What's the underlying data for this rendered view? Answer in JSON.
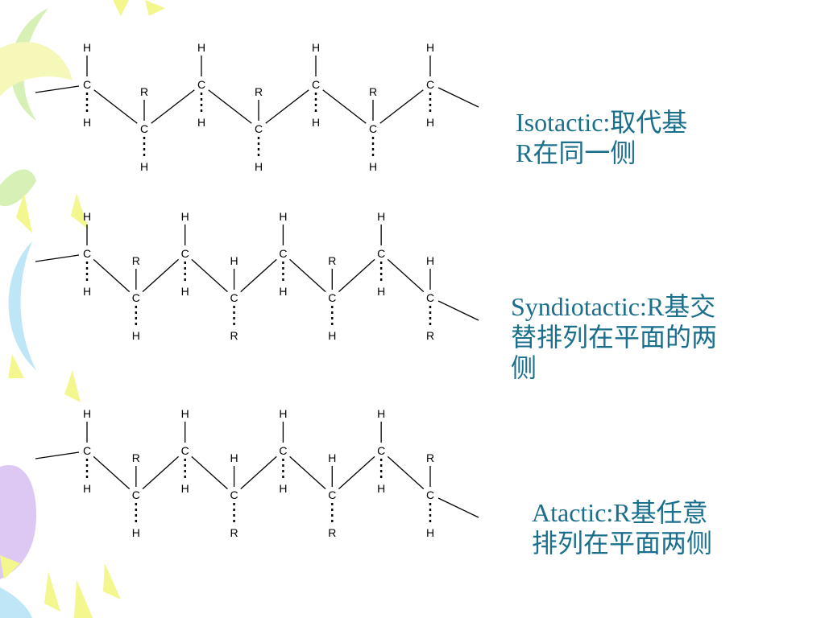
{
  "colors": {
    "caption": "#1a6f8d",
    "decor_yellow": "#f3f78d",
    "decor_purple": "#dcc8f2",
    "decor_blue": "#bfe6f7",
    "decor_green": "#d7f0b5"
  },
  "diagrams": [
    {
      "kind": "isotactic",
      "caption_lines": [
        "Isotactic:取代基",
        "R在同一侧"
      ],
      "carbons": [
        {
          "label": "C",
          "up": "H",
          "down": "H"
        },
        {
          "label": "C",
          "up": "R",
          "down": "H"
        },
        {
          "label": "C",
          "up": "H",
          "down": "H"
        },
        {
          "label": "C",
          "up": "R",
          "down": "H"
        },
        {
          "label": "C",
          "up": "H",
          "down": "H"
        },
        {
          "label": "C",
          "up": "R",
          "down": "H"
        },
        {
          "label": "C",
          "up": "H",
          "down": "H"
        }
      ]
    },
    {
      "kind": "syndiotactic",
      "caption_lines": [
        "Syndiotactic:R基交",
        "替排列在平面的两",
        "侧"
      ],
      "carbons": [
        {
          "label": "C",
          "up": "H",
          "down": "H"
        },
        {
          "label": "C",
          "up": "R",
          "down": "H"
        },
        {
          "label": "C",
          "up": "H",
          "down": "H"
        },
        {
          "label": "C",
          "up": "H",
          "down": "R"
        },
        {
          "label": "C",
          "up": "H",
          "down": "H"
        },
        {
          "label": "C",
          "up": "R",
          "down": "H"
        },
        {
          "label": "C",
          "up": "H",
          "down": "H"
        },
        {
          "label": "C",
          "up": "H",
          "down": "R"
        }
      ]
    },
    {
      "kind": "atactic",
      "caption_lines": [
        "Atactic:R基任意",
        "排列在平面两侧"
      ],
      "carbons": [
        {
          "label": "C",
          "up": "H",
          "down": "H"
        },
        {
          "label": "C",
          "up": "R",
          "down": "H"
        },
        {
          "label": "C",
          "up": "H",
          "down": "H"
        },
        {
          "label": "C",
          "up": "H",
          "down": "R"
        },
        {
          "label": "C",
          "up": "H",
          "down": "H"
        },
        {
          "label": "C",
          "up": "H",
          "down": "R"
        },
        {
          "label": "C",
          "up": "H",
          "down": "H"
        },
        {
          "label": "C",
          "up": "R",
          "down": "H"
        }
      ]
    }
  ]
}
